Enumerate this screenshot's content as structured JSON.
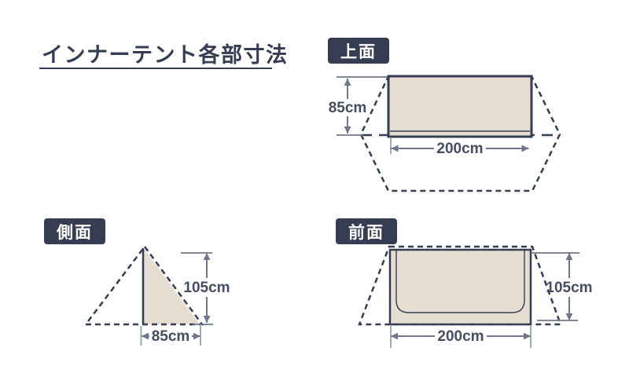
{
  "page": {
    "title": "インナーテント各部寸法",
    "background": "#ffffff"
  },
  "colors": {
    "navy": "#363c51",
    "tent_fabric_beige": "#e5ddd2",
    "dimension_line_gray": "#71778a",
    "dimension_text": "#474d60",
    "badge_text": "#ffffff"
  },
  "views": {
    "top": {
      "label": "上面",
      "depth": "85cm",
      "width": "200cm"
    },
    "side": {
      "label": "側面",
      "height": "105cm",
      "depth": "85cm"
    },
    "front": {
      "label": "前面",
      "height": "105cm",
      "width": "200cm"
    }
  }
}
